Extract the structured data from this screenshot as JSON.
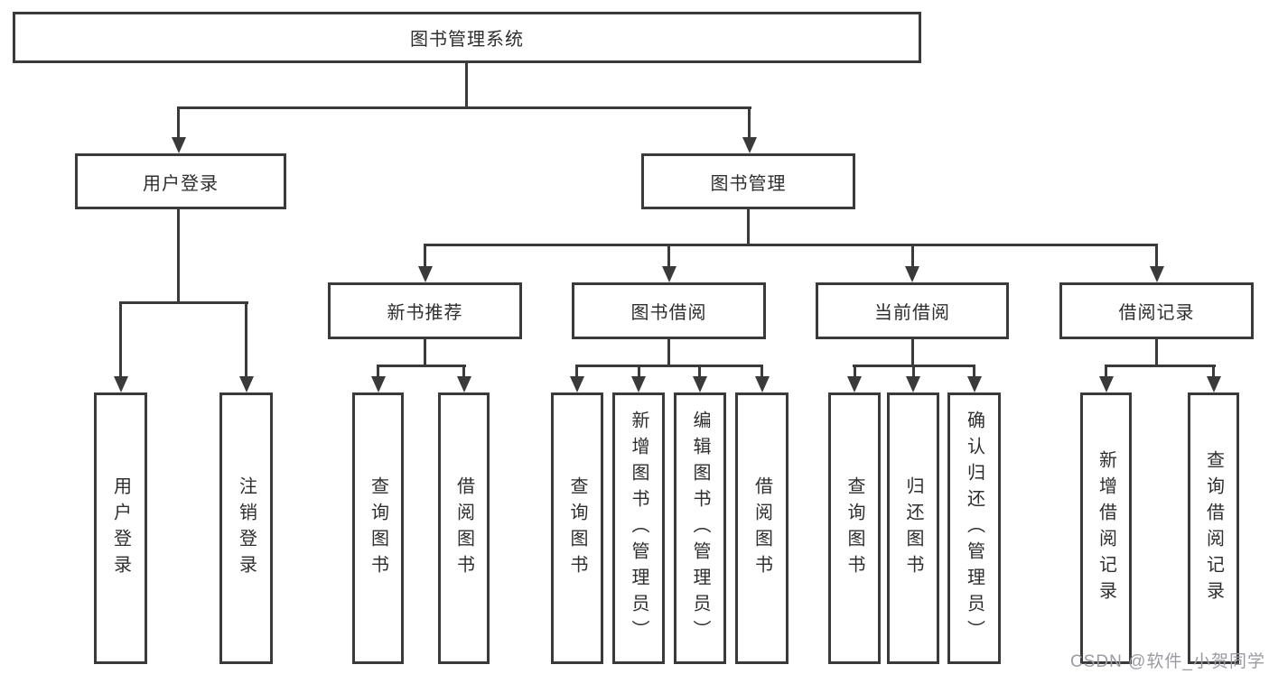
{
  "tree": {
    "root": {
      "label": "图书管理系统",
      "children": [
        {
          "label": "用户登录",
          "children": [
            {
              "label": "用户登录"
            },
            {
              "label": "注销登录"
            }
          ]
        },
        {
          "label": "图书管理",
          "children": [
            {
              "label": "新书推荐",
              "children": [
                {
                  "label": "查询图书"
                },
                {
                  "label": "借阅图书"
                }
              ]
            },
            {
              "label": "图书借阅",
              "children": [
                {
                  "label": "查询图书"
                },
                {
                  "label": "新增图书（管理员）"
                },
                {
                  "label": "编辑图书（管理员）"
                },
                {
                  "label": "借阅图书"
                }
              ]
            },
            {
              "label": "当前借阅",
              "children": [
                {
                  "label": "查询图书"
                },
                {
                  "label": "归还图书"
                },
                {
                  "label": "确认归还（管理员）"
                }
              ]
            },
            {
              "label": "借阅记录",
              "children": [
                {
                  "label": "新增借阅记录"
                },
                {
                  "label": "查询借阅记录"
                }
              ]
            }
          ]
        }
      ]
    }
  },
  "watermark": {
    "text": "CSDN @软件_小贺同学"
  },
  "colors": {
    "line": "#3a3a3a",
    "text": "#2e2e2e",
    "background": "#ffffff",
    "watermark": "#9b9ba3"
  }
}
